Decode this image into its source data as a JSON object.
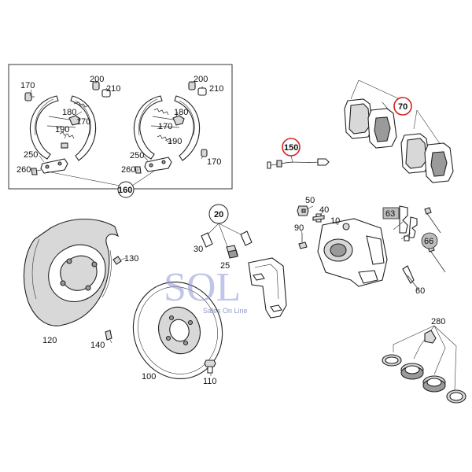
{
  "watermark": {
    "brand": "SOL",
    "tagline": "Sales On Line",
    "color": "#8f96d4"
  },
  "highlight_color": "#d22222",
  "callouts": {
    "c170a": "170",
    "c200a": "200",
    "c210a": "210",
    "c180a": "180",
    "c190a": "190",
    "c170b": "170",
    "c250a": "250",
    "c260a": "260",
    "c200b": "200",
    "c210b": "210",
    "c180b": "180",
    "c170c": "170",
    "c190b": "190",
    "c250b": "250",
    "c260b": "260",
    "c170d": "170",
    "c160": "160",
    "c150": "150",
    "c70": "70",
    "c20": "20",
    "c30": "30",
    "c25": "25",
    "c50": "50",
    "c40": "40",
    "c10": "10",
    "c90": "90",
    "c63": "63",
    "c66": "66",
    "c60": "60",
    "c130": "130",
    "c120": "120",
    "c140": "140",
    "c100": "100",
    "c110": "110",
    "c280": "280"
  }
}
